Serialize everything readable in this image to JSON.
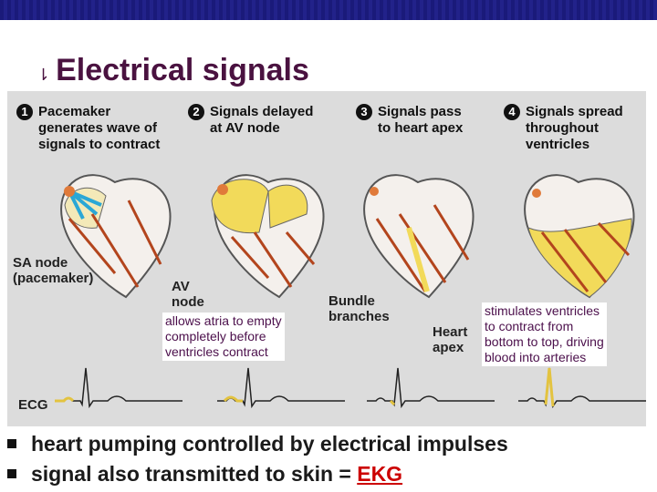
{
  "slide": {
    "title": "Electrical signals",
    "steps": [
      {
        "num": "1",
        "text": "Pacemaker\ngenerates wave of\nsignals to contract"
      },
      {
        "num": "2",
        "text": "Signals delayed\nat AV node"
      },
      {
        "num": "3",
        "text": "Signals pass\nto heart apex"
      },
      {
        "num": "4",
        "text": "Signals spread\nthroughout\nventricles"
      }
    ],
    "labels": {
      "sa_node": "SA node\n(pacemaker)",
      "av_node": "AV\nnode",
      "bundle": "Bundle\nbranches",
      "apex": "Heart\napex",
      "ecg": "ECG"
    },
    "notes": {
      "av_note": "allows atria to empty\ncompletely before\nventricles contract",
      "spread_note": "stimulates ventricles\nto contract from\nbottom to top, driving\nblood into arteries"
    },
    "bullets": [
      "heart pumping controlled by electrical impulses",
      "signal also transmitted to skin = "
    ],
    "ekg": "EKG"
  }
}
